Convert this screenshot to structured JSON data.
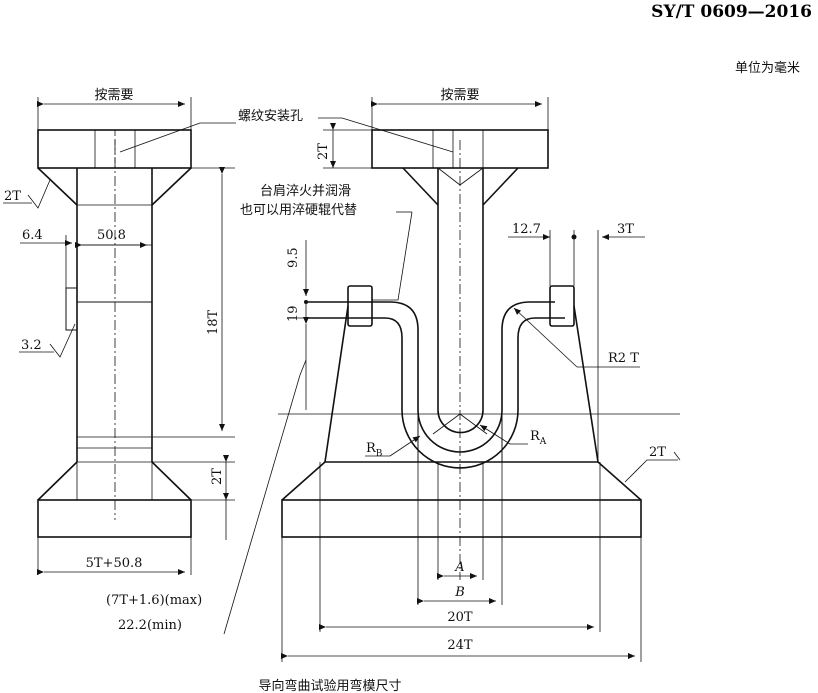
{
  "header": {
    "standard": "SY/T 0609—2016",
    "unit_note": "单位为毫米"
  },
  "left_view": {
    "top_width": "按需要",
    "roughness_top": "2T",
    "dim_6_4": "6.4",
    "dim_50_8": "50.8",
    "roughness_side": "3.2",
    "height_18T": "18T",
    "height_2T": "2T",
    "bottom_width": "5T+50.8"
  },
  "right_view": {
    "top_width": "按需要",
    "thread_hole": "螺纹安装孔",
    "depth_2T": "2T",
    "note_line1": "台肩淬火并润滑",
    "note_line2": "也可以用淬硬辊代替",
    "dim_9_5": "9.5",
    "dim_19": "19",
    "dim_12_7": "12.7",
    "dim_3T": "3T",
    "radius_R2T": "R2 T",
    "radius_RB": "R",
    "radius_RB_sub": "B",
    "radius_RA": "R",
    "radius_RA_sub": "A",
    "roughness_2T": "2T",
    "dim_A": "A",
    "dim_B": "B",
    "dim_20T": "20T",
    "dim_24T": "24T",
    "dim_max": "(7T+1.6)(max)",
    "dim_min": "22.2(min)"
  },
  "caption": "导向弯曲试验用弯模尺寸"
}
